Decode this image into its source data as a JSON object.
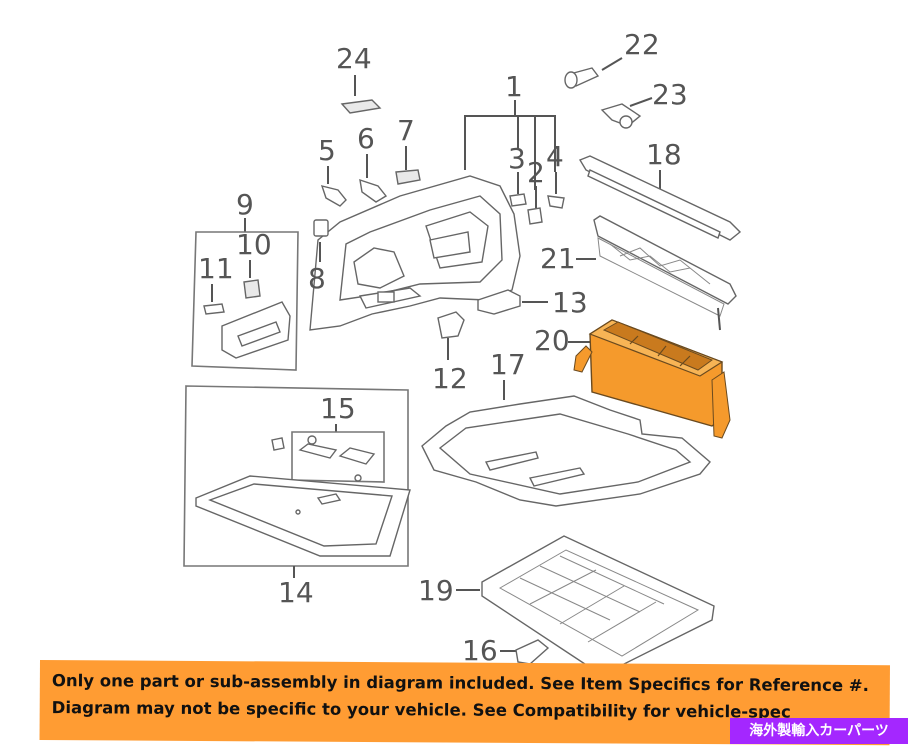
{
  "callouts": {
    "c1": "1",
    "c2": "2",
    "c3": "3",
    "c4": "4",
    "c5": "5",
    "c6": "6",
    "c7": "7",
    "c8": "8",
    "c9": "9",
    "c10": "10",
    "c11": "11",
    "c12": "12",
    "c13": "13",
    "c14": "14",
    "c15": "15",
    "c16": "16",
    "c17": "17",
    "c18": "18",
    "c19": "19",
    "c20": "20",
    "c21": "21",
    "c22": "22",
    "c23": "23",
    "c24": "24"
  },
  "highlight_color": "#f59a2c",
  "banner": {
    "line1": "Only one part or sub-assembly in diagram included. See Item Specifics for Reference #.",
    "line2": "Diagram may not be specific to your vehicle. See Compatibility for vehicle-spec",
    "badge": "海外製輸入カーパーツ",
    "color": "#ff9c33",
    "badge_color": "#a427ff"
  }
}
